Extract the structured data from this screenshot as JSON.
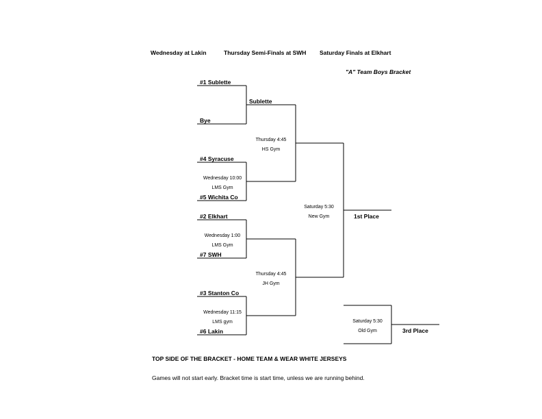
{
  "headers": {
    "wednesday": "Wednesday at Lakin",
    "thursday": "Thursday Semi-Finals at SWH",
    "saturday": "Saturday Finals at Elkhart"
  },
  "bracket_title": "\"A\" Team Boys Bracket",
  "round1": {
    "team1": "#1 Sublette",
    "team2": "Bye",
    "team3": "#4 Syracuse",
    "team4": "#5 Wichita Co",
    "team5": "#2 Elkhart",
    "team6": "#7 SWH",
    "team7": "#3 Stanton Co",
    "team8": "#6 Lakin"
  },
  "round1_games": {
    "g2_time": "Wednesday 10:00",
    "g2_venue": "LMS Gym",
    "g3_time": "Wednesday 1:00",
    "g3_venue": "LMS Gym",
    "g4_time": "Wednesday  11:15",
    "g4_venue": "LMS gym"
  },
  "semis": {
    "top_winner": "Sublette",
    "top_time": "Thursday 4:45",
    "top_venue": "HS Gym",
    "bottom_time": "Thursday 4:45",
    "bottom_venue": "JH Gym"
  },
  "finals": {
    "first_time": "Saturday 5:30",
    "first_venue": "New Gym",
    "first_label": "1st Place",
    "third_time": "Saturday 5:30",
    "third_venue": "Old Gym",
    "third_label": "3rd Place"
  },
  "notes": {
    "top_side": "TOP SIDE OF THE BRACKET - HOME TEAM & WEAR WHITE JERSEYS",
    "start_time": "Games will not start early. Bracket time is start time, unless we are running behind."
  }
}
